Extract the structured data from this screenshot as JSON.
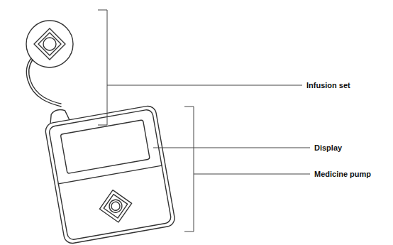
{
  "diagram": {
    "labels": [
      "Infusion set",
      "Display",
      "Medicine pump"
    ]
  }
}
